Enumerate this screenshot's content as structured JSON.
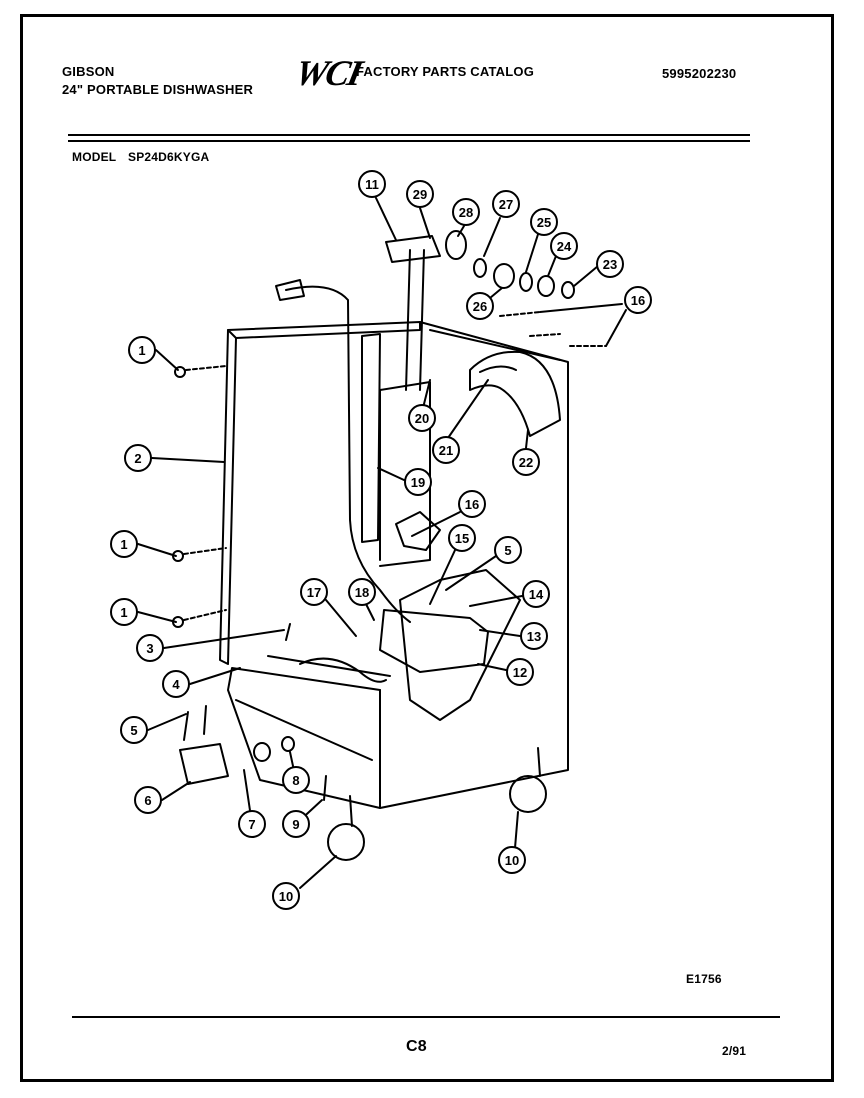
{
  "header": {
    "brand": "GIBSON",
    "product": "24\" PORTABLE DISHWASHER",
    "logo": "WCI",
    "catalog_title": "FACTORY PARTS CATALOG",
    "catalog_number": "5995202230"
  },
  "model": {
    "label": "MODEL",
    "value": "SP24D6KYGA"
  },
  "callouts": [
    "1",
    "2",
    "1",
    "1",
    "3",
    "4",
    "5",
    "6",
    "7",
    "8",
    "9",
    "10",
    "10",
    "11",
    "29",
    "28",
    "27",
    "25",
    "24",
    "23",
    "26",
    "16",
    "20",
    "21",
    "22",
    "19",
    "16",
    "15",
    "5",
    "17",
    "18",
    "14",
    "13",
    "12"
  ],
  "footer": {
    "illustration_id": "E1756",
    "page": "C8",
    "date": "2/91"
  }
}
